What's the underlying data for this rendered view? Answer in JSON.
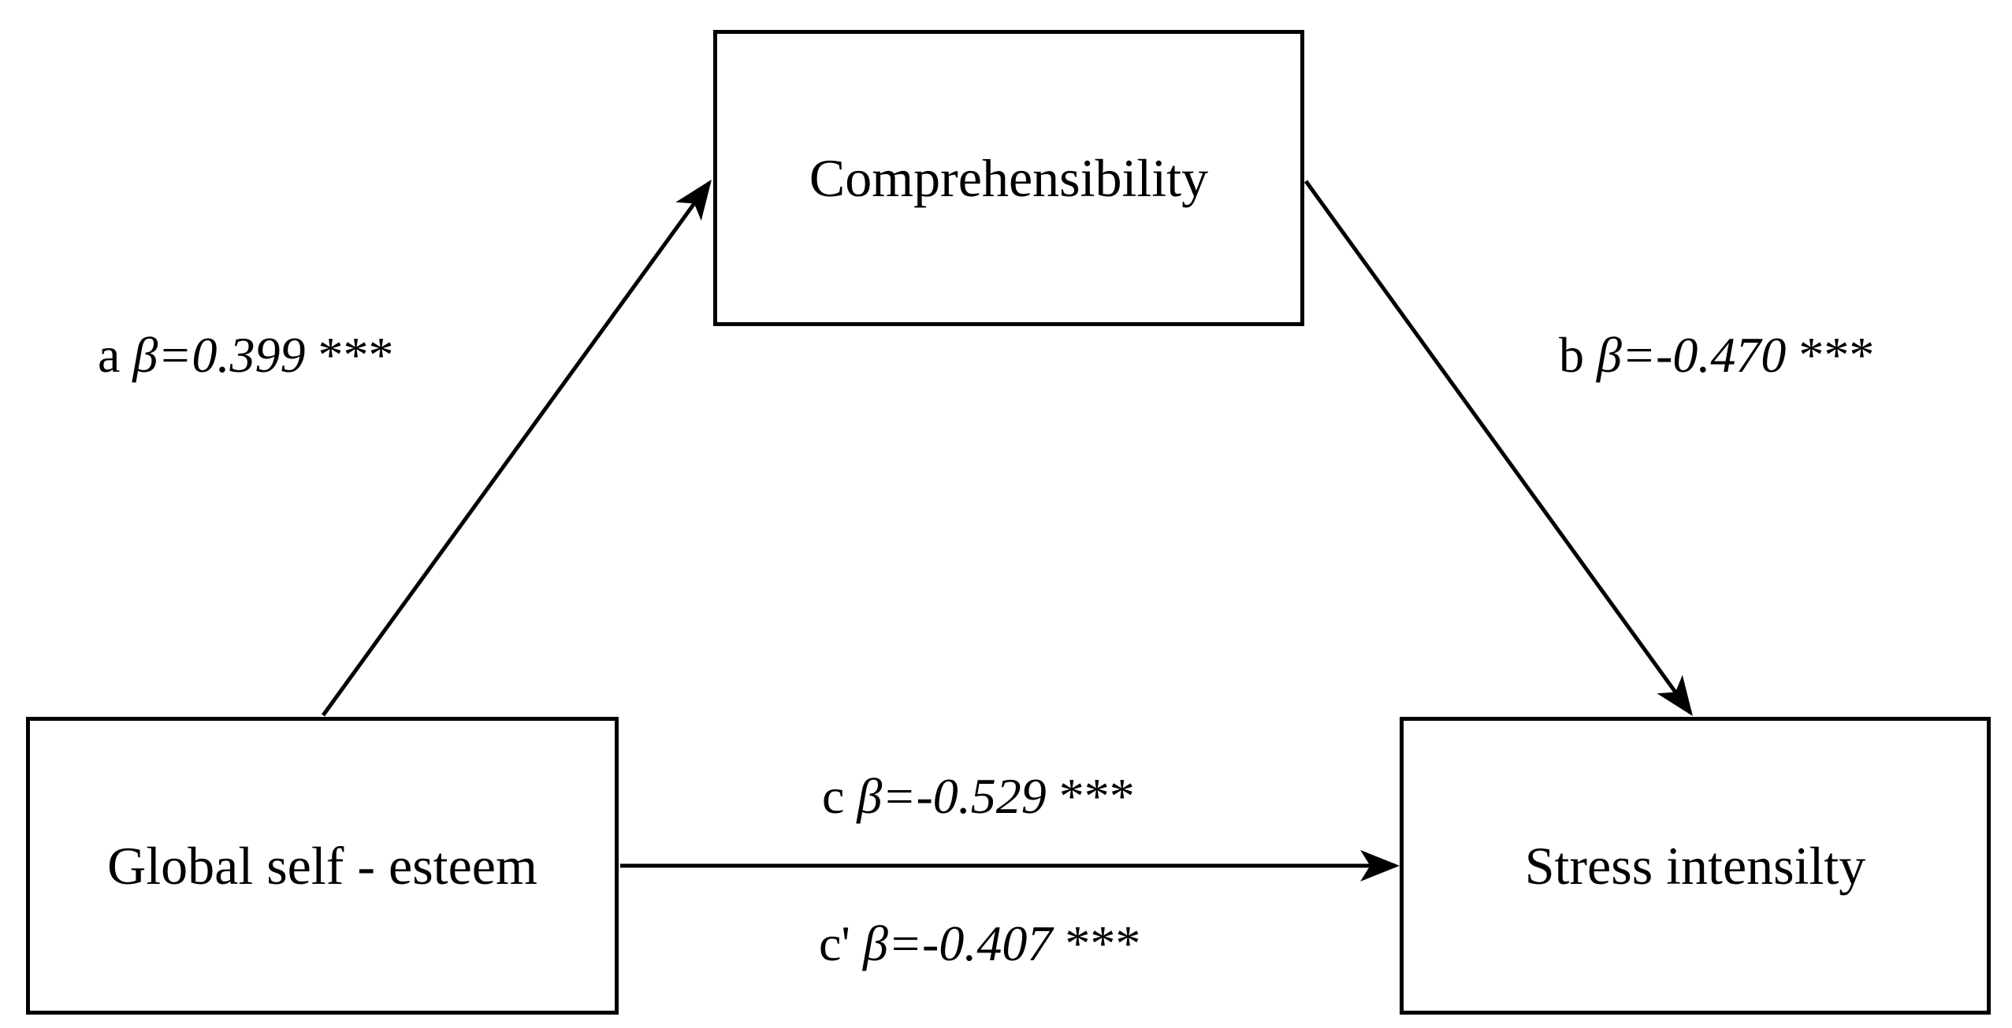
{
  "nodes": {
    "mediator": "Comprehensibility",
    "predictor": "Global self - esteem",
    "outcome": "Stress intensilty"
  },
  "paths": {
    "a": {
      "letter": "a",
      "beta": "β=0.399",
      "sig": "***"
    },
    "b": {
      "letter": "b",
      "beta": "β=-0.470",
      "sig": "***"
    },
    "c": {
      "letter": "c",
      "beta": "β=-0.529",
      "sig": "***"
    },
    "c_prime": {
      "letter": "c'",
      "beta": "β=-0.407",
      "sig": "***"
    }
  },
  "colors": {
    "stroke": "#000000",
    "background": "#ffffff"
  }
}
